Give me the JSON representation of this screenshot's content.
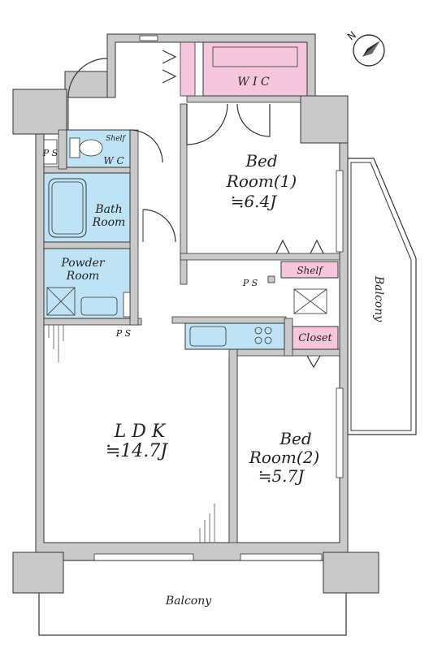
{
  "floor_plan": {
    "colors": {
      "wall": "#c9c9c9",
      "wet_area": "#bfe3f5",
      "storage": "#f5c6dc",
      "balcony": "#ffffff",
      "line": "#333333"
    },
    "rooms": {
      "wic": "W I C",
      "bed1_name": "Bed",
      "bed1_sub": "Room(1)",
      "bed1_size": "≒6.4J",
      "bed2_name": "Bed",
      "bed2_sub": "Room(2)",
      "bed2_size": "≒5.7J",
      "ldk_name": "L D K",
      "ldk_size": "≒14.7J",
      "bath_line1": "Bath",
      "bath_line2": "Room",
      "powder_line1": "Powder",
      "powder_line2": "Room",
      "wc": "W C",
      "shelf_wc": "Shelf",
      "shelf_bed": "Shelf",
      "closet": "Closet",
      "ps_top": "P S",
      "ps_mid": "P S",
      "ps_low": "P S",
      "balcony_side": "Balcony",
      "balcony_bottom": "Balcony"
    },
    "compass": "north-arrow-icon"
  }
}
